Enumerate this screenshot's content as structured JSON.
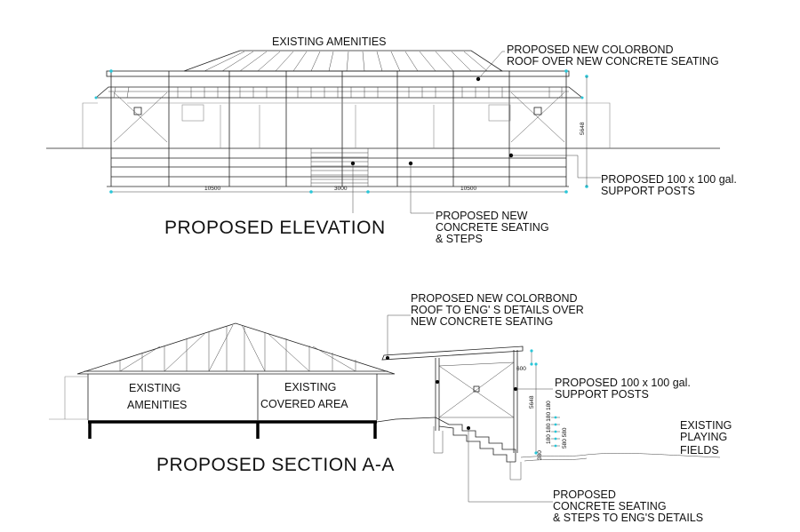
{
  "elevation": {
    "title": "PROPOSED  ELEVATION",
    "label_existing": "EXISTING   AMENITIES",
    "label_roof": [
      "PROPOSED NEW COLORBOND",
      "ROOF OVER NEW CONCRETE SEATING"
    ],
    "label_posts": [
      "PROPOSED 100 x 100 gal.",
      "SUPPORT POSTS"
    ],
    "label_seating": [
      "PROPOSED NEW",
      "CONCRETE SEATING",
      "& STEPS"
    ],
    "dim_left": "10500",
    "dim_mid": "3000",
    "dim_right": "10500",
    "dim_height": "5648"
  },
  "section": {
    "title": "PROPOSED  SECTION      A-A",
    "label_amenities": [
      "EXISTING",
      "AMENITIES"
    ],
    "label_covered": [
      "EXISTING",
      "COVERED  AREA"
    ],
    "label_roof": [
      "PROPOSED NEW COLORBOND",
      "ROOF TO ENG' S DETAILS OVER",
      "NEW CONCRETE SEATING"
    ],
    "label_posts": [
      "PROPOSED 100 x 100 gal.",
      "SUPPORT POSTS"
    ],
    "label_fields": [
      "EXISTING",
      "PLAYING",
      "FIELDS"
    ],
    "label_seating": [
      "PROPOSED",
      "CONCRETE SEATING",
      "& STEPS TO ENG'S DETAILS"
    ],
    "dim_600": "600",
    "dim_height": "5648",
    "dim_steps": "180 180 180 180",
    "dim_580": "580 580",
    "dim_base": "380"
  }
}
